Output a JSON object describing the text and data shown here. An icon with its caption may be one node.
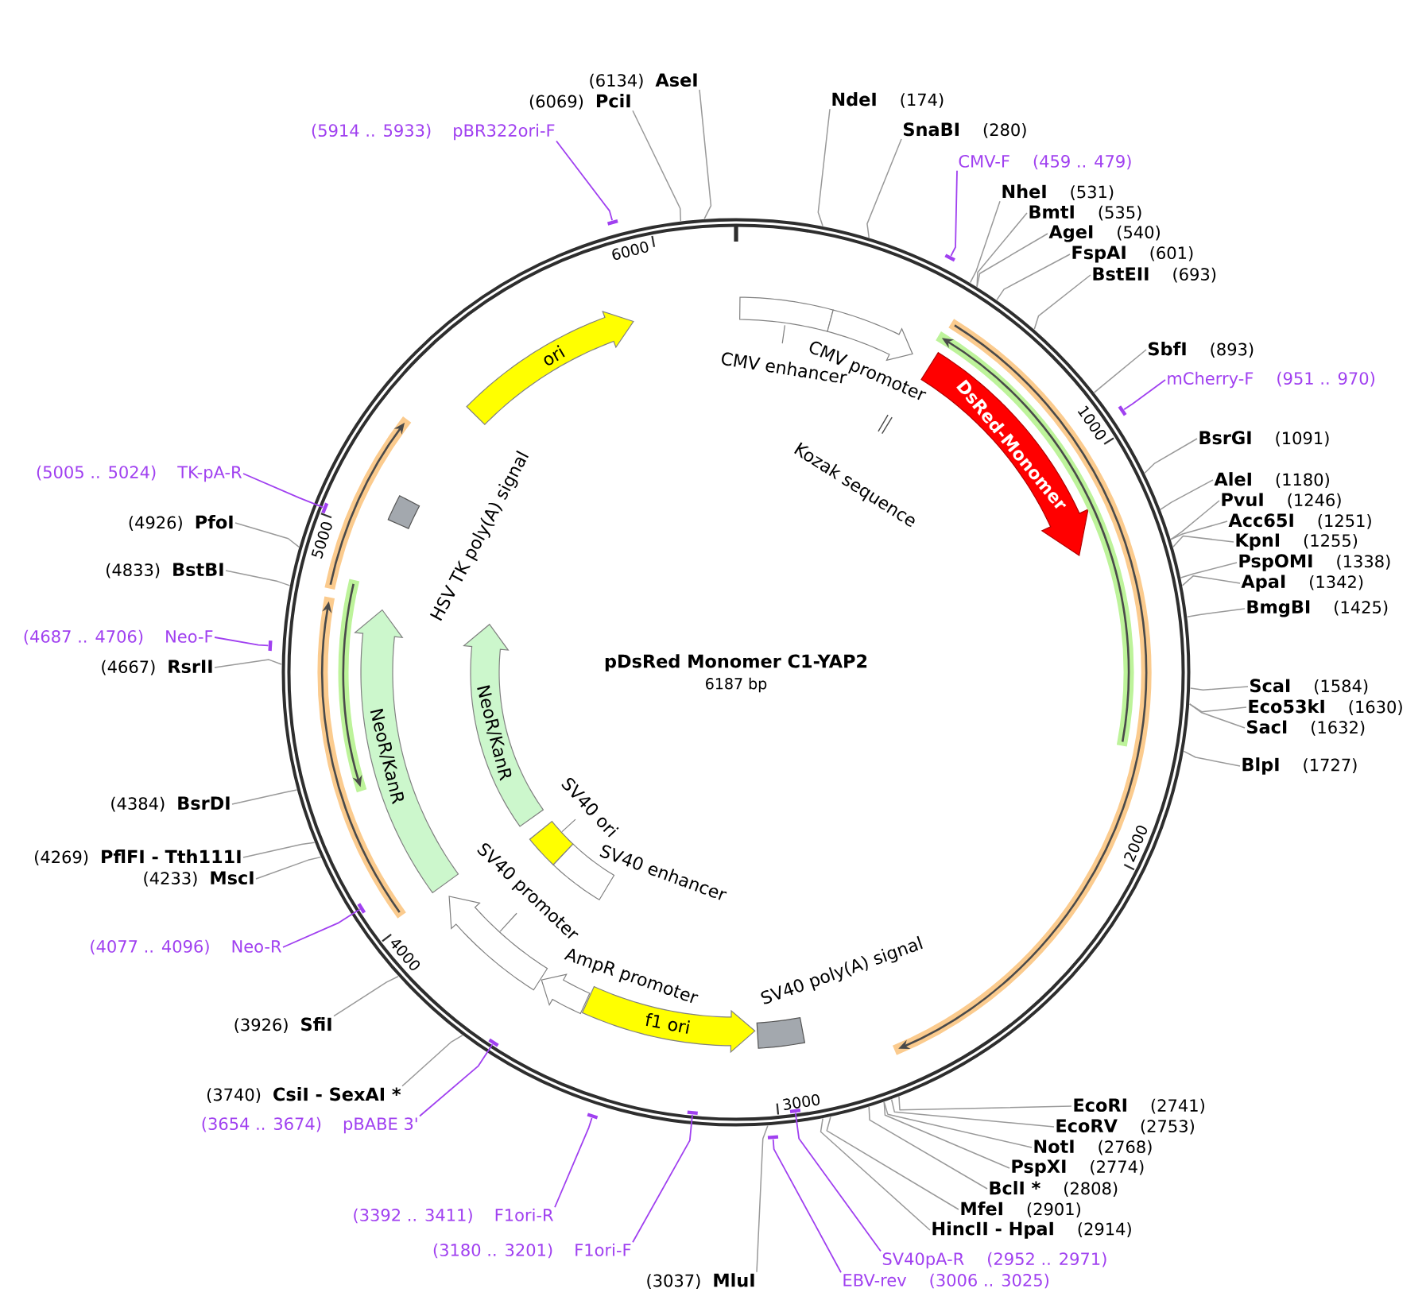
{
  "diagram": {
    "title": "pDsRed Monomer C1-YAP2",
    "nodes": [
      {
        "text": [],
        "shape": "circle"
      },
      {
        "text": [
          "CMV enhancer"
        ],
        "in": 0
      },
      {
        "text": [
          "CMV promoter"
        ],
        "in": 0
      },
      {
        "text": [
          "Kozak sequence"
        ],
        "in": 0
      },
      {
        "text": [
          "DsRed-Monomer"
        ],
        "in": 0
      },
      {
        "text": [
          "ori"
        ],
        "in": 0
      },
      {
        "text": [
          "HSV TK poly(A) signal"
        ],
        "in": 0
      },
      {
        "text": [
          "NeoR/KanR"
        ],
        "in": 0
      },
      {
        "text": [
          "NeoR/KanR"
        ],
        "in": 0
      },
      {
        "text": [
          "SV40 ori"
        ],
        "in": 0
      },
      {
        "text": [
          "SV40 enhancer"
        ],
        "in": 0
      },
      {
        "text": [
          "SV40 promoter"
        ],
        "in": 0
      },
      {
        "text": [
          "AmpR promoter"
        ],
        "in": 0
      },
      {
        "text": [
          "f1 ori"
        ],
        "in": 0
      },
      {
        "text": [
          "SV40 poly(A) signal"
        ],
        "in": 0
      },
      {
        "text": [
          "NdeI",
          "(174)"
        ]
      },
      {
        "text": [
          "SnaBI",
          "(280)"
        ]
      },
      {
        "text": [
          "CMV-F",
          "(459 .. 479)"
        ]
      },
      {
        "text": [
          "NheI",
          "(531)"
        ]
      },
      {
        "text": [
          "BmtI",
          "(535)"
        ]
      },
      {
        "text": [
          "AgeI",
          "(540)"
        ]
      },
      {
        "text": [
          "FspAI",
          "(601)"
        ]
      },
      {
        "text": [
          "BstEII",
          "(693)"
        ]
      },
      {
        "text": [
          "SbfI",
          "(893)"
        ]
      },
      {
        "text": [
          "mCherry-F",
          "(951 .. 970)"
        ]
      },
      {
        "text": [
          "BsrGI",
          "(1091)"
        ]
      },
      {
        "text": [
          "AleI",
          "(1180)"
        ]
      },
      {
        "text": [
          "PvuI",
          "(1246)"
        ]
      },
      {
        "text": [
          "Acc65I",
          "(1251)"
        ]
      },
      {
        "text": [
          "KpnI",
          "(1255)"
        ]
      },
      {
        "text": [
          "PspOMI",
          "(1338)"
        ]
      },
      {
        "text": [
          "ApaI",
          "(1342)"
        ]
      },
      {
        "text": [
          "BmgBI",
          "(1425)"
        ]
      },
      {
        "text": [
          "ScaI",
          "(1584)"
        ]
      },
      {
        "text": [
          "Eco53kI",
          "(1630)"
        ]
      },
      {
        "text": [
          "SacI",
          "(1632)"
        ]
      },
      {
        "text": [
          "BlpI",
          "(1727)"
        ]
      },
      {
        "text": [
          "EcoRI",
          "(2741)"
        ]
      },
      {
        "text": [
          "EcoRV",
          "(2753)"
        ]
      },
      {
        "text": [
          "NotI",
          "(2768)"
        ]
      },
      {
        "text": [
          "PspXI",
          "(2774)"
        ]
      },
      {
        "text": [
          "BclI *",
          "(2808)"
        ]
      },
      {
        "text": [
          "MfeI",
          "(2901)"
        ]
      },
      {
        "text": [
          "HincII - HpaI",
          "(2914)"
        ]
      },
      {
        "text": [
          "SV40pA-R",
          "(2952 .. 2971)"
        ]
      },
      {
        "text": [
          "EBV-rev",
          "(3006 .. 3025)"
        ]
      },
      {
        "text": [
          "(3037)",
          "MluI"
        ]
      },
      {
        "text": [
          "(3180 .. 3201)",
          "F1ori-F"
        ]
      },
      {
        "text": [
          "(3392 .. 3411)",
          "F1ori-R"
        ]
      },
      {
        "text": [
          "(3654 .. 3674)",
          "pBABE 3'"
        ]
      },
      {
        "text": [
          "(3740)",
          "CsiI - SexAI *"
        ]
      },
      {
        "text": [
          "(3926)",
          "SfiI"
        ]
      },
      {
        "text": [
          "(4077 .. 4096)",
          "Neo-R"
        ]
      },
      {
        "text": [
          "(4233)",
          "MscI"
        ]
      },
      {
        "text": [
          "(4269)",
          "PflFI - Tth111I"
        ]
      },
      {
        "text": [
          "(4384)",
          "BsrDI"
        ]
      },
      {
        "text": [
          "(4667)",
          "RsrII"
        ]
      },
      {
        "text": [
          "(4687 .. 4706)",
          "Neo-F"
        ]
      },
      {
        "text": [
          "(4833)",
          "BstBI"
        ]
      },
      {
        "text": [
          "(4926)",
          "PfoI"
        ]
      },
      {
        "text": [
          "(5005 .. 5024)",
          "TK-pA-R"
        ]
      },
      {
        "text": [
          "(5914 .. 5933)",
          "pBR322ori-F"
        ]
      },
      {
        "text": [
          "(6069)",
          "PciI"
        ]
      },
      {
        "text": [
          "(6134)",
          "AseI"
        ]
      },
      {
        "text": [],
        "shape": "bar",
        "in": 0
      },
      {
        "text": [],
        "shape": "bar",
        "in": 0
      },
      {
        "text": [],
        "shape": "bar",
        "in": 0
      },
      {
        "text": [],
        "shape": "bar"
      },
      {
        "text": [],
        "shape": "bar",
        "in": 0
      },
      {
        "text": [],
        "shape": "bar",
        "in": 0
      },
      {
        "text": [],
        "shape": "bar",
        "in": 0
      },
      {
        "text": [],
        "shape": "bar",
        "in": 0
      },
      {
        "text": [],
        "shape": "bar"
      },
      {
        "text": [],
        "shape": "bar",
        "in": 0
      },
      {
        "text": [],
        "shape": "bar",
        "in": 0
      }
    ],
    "edges": [
      {
        "from": 15,
        "to": 0,
        "arrow": "none"
      },
      {
        "from": 16,
        "to": 0,
        "arrow": "none"
      },
      {
        "from": 17,
        "to": 64,
        "arrow": "none",
        "color": "#a040f0"
      },
      {
        "from": 18,
        "to": 0,
        "arrow": "none"
      },
      {
        "from": 19,
        "to": 0,
        "arrow": "none"
      },
      {
        "from": 20,
        "to": 0,
        "arrow": "none"
      },
      {
        "from": 21,
        "to": 0,
        "arrow": "none"
      },
      {
        "from": 22,
        "to": 0,
        "arrow": "none"
      },
      {
        "from": 23,
        "to": 0,
        "arrow": "none"
      },
      {
        "from": 24,
        "to": 65,
        "arrow": "none",
        "color": "#a040f0"
      },
      {
        "from": 25,
        "to": 0,
        "arrow": "none"
      },
      {
        "from": 26,
        "to": 0,
        "arrow": "none"
      },
      {
        "from": 27,
        "to": 0,
        "arrow": "none"
      },
      {
        "from": 28,
        "to": 0,
        "arrow": "none"
      },
      {
        "from": 29,
        "to": 0,
        "arrow": "none"
      },
      {
        "from": 30,
        "to": 0,
        "arrow": "none"
      },
      {
        "from": 31,
        "to": 0,
        "arrow": "none"
      },
      {
        "from": 32,
        "to": 0,
        "arrow": "none"
      },
      {
        "from": 33,
        "to": 0,
        "arrow": "none"
      },
      {
        "from": 34,
        "to": 0,
        "arrow": "none"
      },
      {
        "from": 35,
        "to": 0,
        "arrow": "none"
      },
      {
        "from": 36,
        "to": 0,
        "arrow": "none"
      },
      {
        "from": 37,
        "to": 0,
        "arrow": "none"
      },
      {
        "from": 38,
        "to": 0,
        "arrow": "none"
      },
      {
        "from": 39,
        "to": 0,
        "arrow": "none"
      },
      {
        "from": 40,
        "to": 0,
        "arrow": "none"
      },
      {
        "from": 41,
        "to": 0,
        "arrow": "none"
      },
      {
        "from": 42,
        "to": 0,
        "arrow": "none"
      },
      {
        "from": 43,
        "to": 0,
        "arrow": "none"
      },
      {
        "from": 44,
        "to": 66,
        "arrow": "none",
        "color": "#a040f0"
      },
      {
        "from": 45,
        "to": 67,
        "arrow": "none",
        "color": "#a040f0"
      },
      {
        "from": 46,
        "to": 0,
        "arrow": "none"
      },
      {
        "from": 47,
        "to": 68,
        "arrow": "none",
        "color": "#a040f0"
      },
      {
        "from": 48,
        "to": 69,
        "arrow": "none",
        "color": "#a040f0"
      },
      {
        "from": 49,
        "to": 70,
        "arrow": "none",
        "color": "#a040f0"
      },
      {
        "from": 50,
        "to": 0,
        "arrow": "none"
      },
      {
        "from": 51,
        "to": 0,
        "arrow": "none"
      },
      {
        "from": 52,
        "to": 71,
        "arrow": "none",
        "color": "#a040f0"
      },
      {
        "from": 53,
        "to": 0,
        "arrow": "none"
      },
      {
        "from": 54,
        "to": 0,
        "arrow": "none"
      },
      {
        "from": 55,
        "to": 0,
        "arrow": "none"
      },
      {
        "from": 56,
        "to": 0,
        "arrow": "none"
      },
      {
        "from": 57,
        "to": 72,
        "arrow": "none",
        "color": "#a040f0"
      },
      {
        "from": 58,
        "to": 0,
        "arrow": "none"
      },
      {
        "from": 59,
        "to": 0,
        "arrow": "none"
      },
      {
        "from": 60,
        "to": 73,
        "arrow": "none",
        "color": "#a040f0"
      },
      {
        "from": 61,
        "to": 74,
        "arrow": "none",
        "color": "#a040f0"
      },
      {
        "from": 62,
        "to": 0,
        "arrow": "none"
      },
      {
        "from": 63,
        "to": 0,
        "arrow": "none"
      }
    ],
    "labels": [
      "6000",
      "1000",
      "5000",
      "6187 bp",
      "2000",
      "4000",
      "3000"
    ]
  }
}
